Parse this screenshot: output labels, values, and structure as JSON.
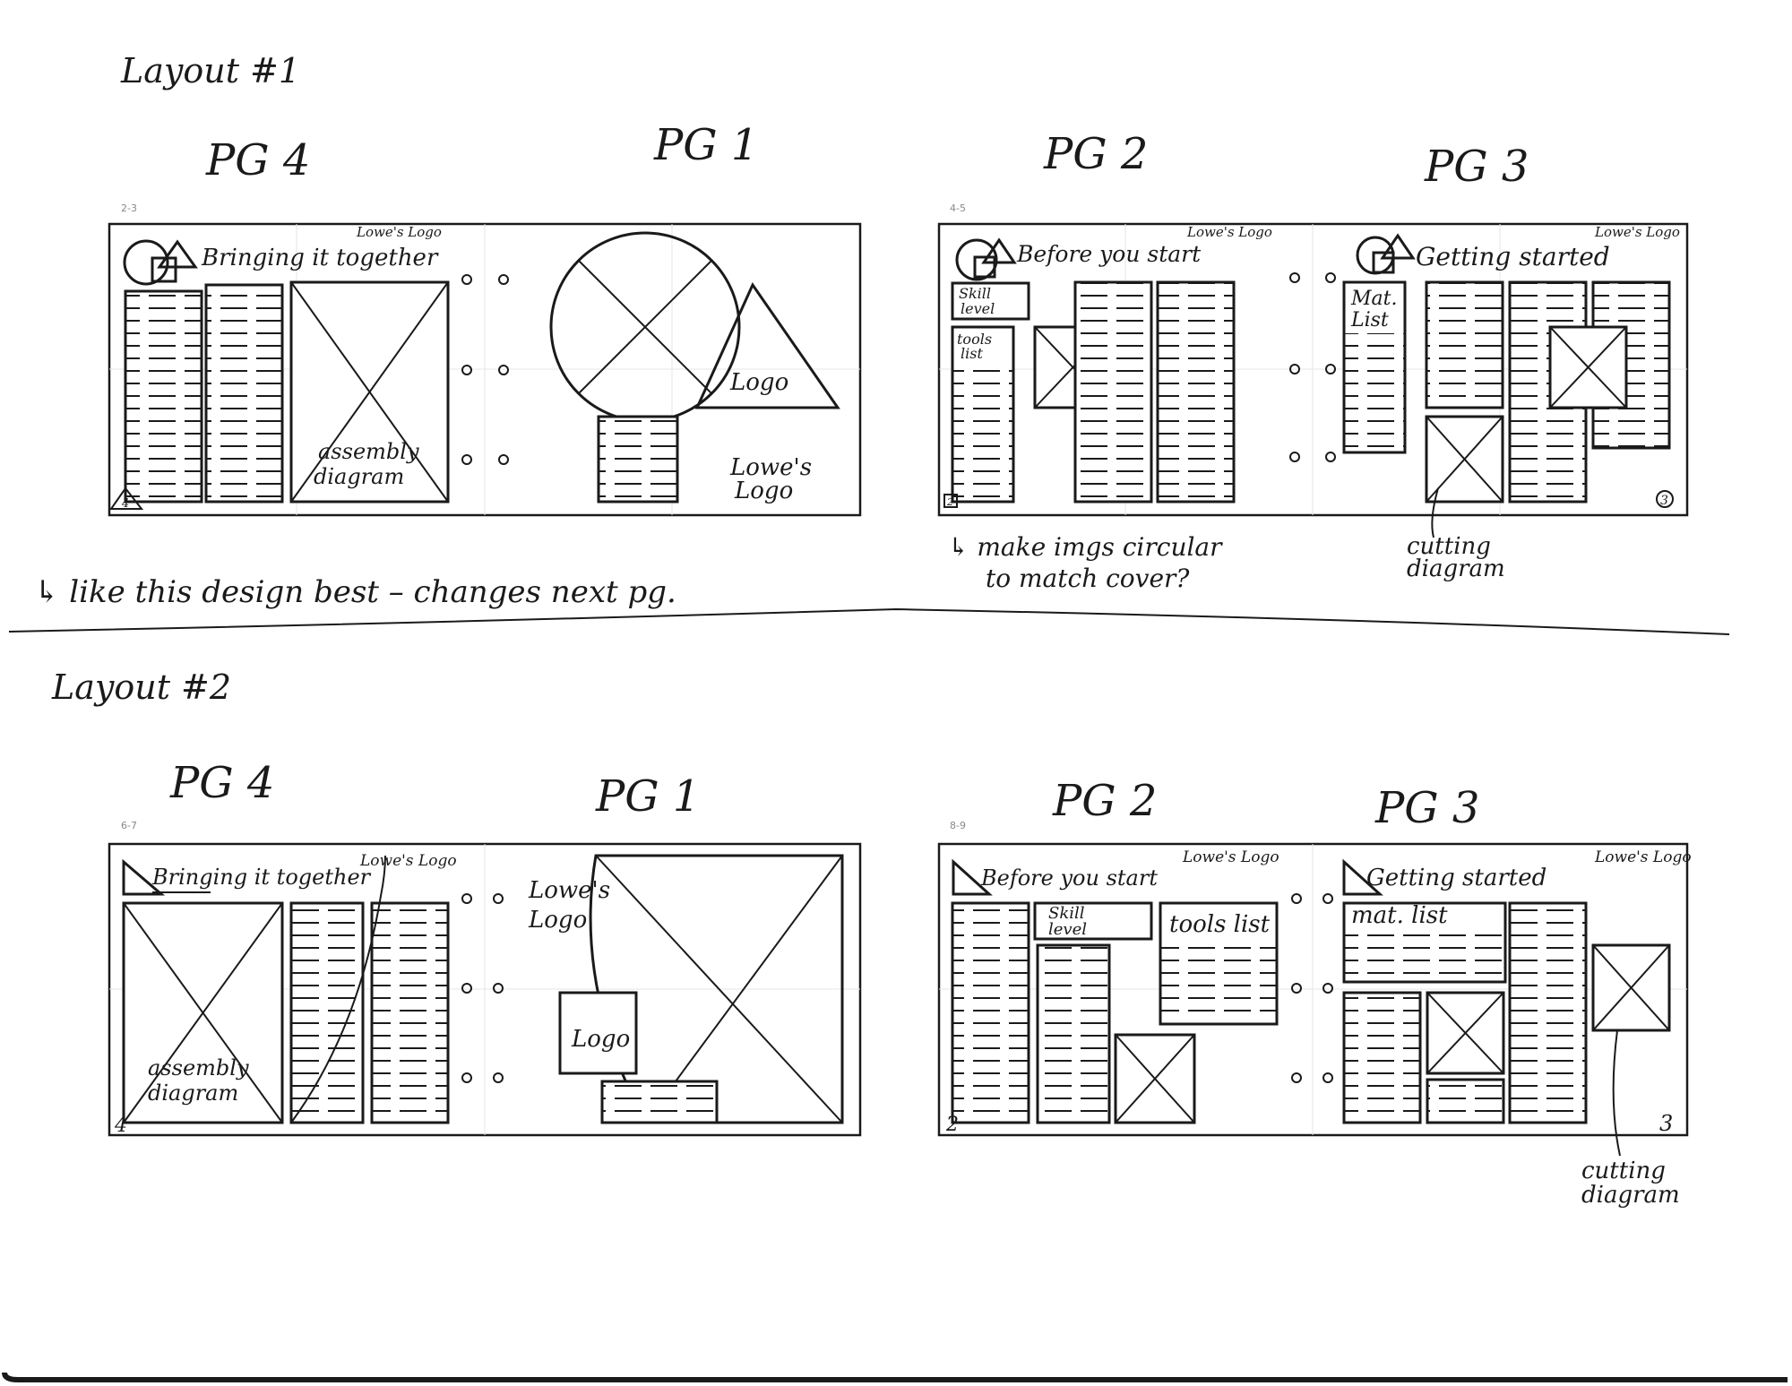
{
  "layout1": {
    "title": "Layout #1",
    "pages": {
      "pg4": "PG 4",
      "pg1": "PG 1",
      "pg2": "PG 2",
      "pg3": "PG 3"
    },
    "spread_a_number": "2-3",
    "spread_b_number": "4-5",
    "spread_a": {
      "heading": "Bringing it together",
      "top_logo": "Lowe's Logo",
      "diagram_label_1": "assembly",
      "diagram_label_2": "diagram",
      "cover_logo": "Logo",
      "cover_lowes_1": "Lowe's",
      "cover_lowes_2": "Logo",
      "page_number": "4"
    },
    "spread_b": {
      "heading_left": "Before you start",
      "left_logo": "Lowe's Logo",
      "skill_1": "Skill",
      "skill_2": "level",
      "tools_1": "tools",
      "tools_2": "list",
      "heading_right": "Getting started",
      "right_logo": "Lowe's Logo",
      "mat_1": "Mat.",
      "mat_2": "List",
      "page_left": "2",
      "page_right": "3"
    },
    "note_left": "↳ like this design best – changes next pg.",
    "note_right_1": "↳ make imgs circular",
    "note_right_2": "to match cover?",
    "cutting_1": "cutting",
    "cutting_2": "diagram"
  },
  "layout2": {
    "title": "Layout #2",
    "pages": {
      "pg4": "PG 4",
      "pg1": "PG 1",
      "pg2": "PG 2",
      "pg3": "PG 3"
    },
    "spread_a_number": "6-7",
    "spread_b_number": "8-9",
    "spread_a": {
      "heading": "Bringing it together",
      "top_logo": "Lowe's Logo",
      "diagram_label_1": "assembly",
      "diagram_label_2": "diagram",
      "cover_lowes_1": "Lowe's",
      "cover_lowes_2": "Logo",
      "cover_logo": "Logo",
      "page_number": "4"
    },
    "spread_b": {
      "heading_left": "Before you start",
      "left_logo": "Lowe's Logo",
      "skill_1": "Skill",
      "skill_2": "level",
      "tools": "tools list",
      "heading_right": "Getting started",
      "right_logo": "Lowe's Logo",
      "mat": "mat. list",
      "page_left": "2",
      "page_right": "3"
    },
    "cutting_1": "cutting",
    "cutting_2": "diagram"
  }
}
